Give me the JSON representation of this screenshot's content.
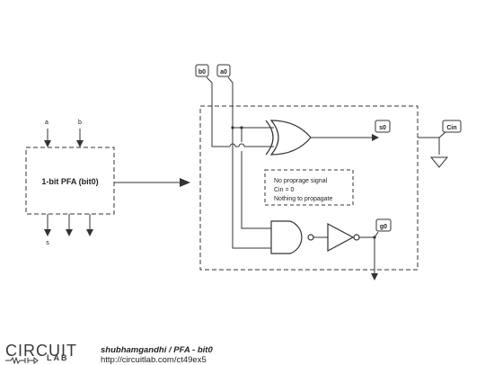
{
  "block": {
    "title": "1-bit PFA (bit0)",
    "input_a": "a",
    "input_b": "b",
    "output_s": "s"
  },
  "circuit": {
    "label_b0": "b0",
    "label_a0": "a0",
    "label_s0": "s0",
    "label_cin": "Cin",
    "label_g0": "g0",
    "note_line1": "No proprage signal",
    "note_line2": "Cin = 0",
    "note_line3": "Nothing to propagate"
  },
  "footer": {
    "logo_top": "CIRCUIT",
    "logo_bottom": "LAB",
    "author": "shubhamgandhi",
    "separator": " / ",
    "title": "PFA - bit0",
    "url": "http://circuitlab.com/ct49ex5"
  }
}
